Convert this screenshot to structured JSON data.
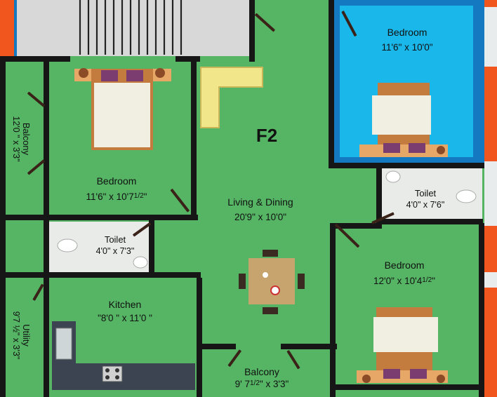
{
  "unit": {
    "name": "F2"
  },
  "rooms": {
    "bedroom_top_right": {
      "name": "Bedroom",
      "dims": "11'6\" x 10'0\""
    },
    "bedroom_left": {
      "name": "Bedroom",
      "dims_main": "11'6\" x 10'7",
      "dims_frac": "1/2",
      "dims_end": "\""
    },
    "bedroom_bottom_right": {
      "name": "Bedroom",
      "dims_main": "12'0\" x 10'4",
      "dims_frac": "1/2",
      "dims_end": "\""
    },
    "living_dining": {
      "name": "Living & Dining",
      "dims": "20'9\" x 10'0\""
    },
    "toilet_right": {
      "name": "Toilet",
      "dims": "4'0\" x 7'6\""
    },
    "toilet_left": {
      "name": "Toilet",
      "dims": "4'0\" x 7'3\""
    },
    "kitchen": {
      "name": "Kitchen",
      "dims": "\"8'0 \" x 11'0 \""
    },
    "balcony_left": {
      "name": "Balcony",
      "dims": "12'0 \" x 3'3\""
    },
    "utility": {
      "name": "Utility",
      "dims": "9'7 ½\" x 3'3\""
    },
    "balcony_bottom": {
      "name": "Balcony",
      "dims_main": "9' 7",
      "dims_frac": "1/2",
      "dims_end": "\" x 3'3\""
    }
  },
  "colors": {
    "floor": "#55b564",
    "wall": "#161616",
    "bedroom_blue": "#1ab7ea",
    "blue_frame": "#1579c2",
    "exterior_orange": "#f0561e",
    "stair_grey": "#d8d8d8",
    "tile": "#e8ebe8",
    "counter": "#3c4452"
  }
}
